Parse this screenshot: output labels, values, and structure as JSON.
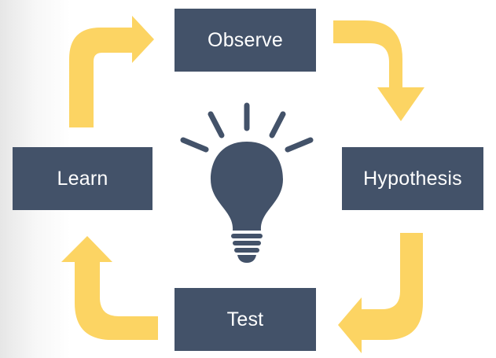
{
  "steps": {
    "observe": "Observe",
    "hypothesis": "Hypothesis",
    "test": "Test",
    "learn": "Learn"
  },
  "colors": {
    "box": "#435269",
    "arrow": "#FCD463",
    "bulb": "#435269",
    "text": "#FFFFFF"
  },
  "center_icon": "lightbulb-icon",
  "flow_icons": [
    "curved-arrow-icon"
  ]
}
